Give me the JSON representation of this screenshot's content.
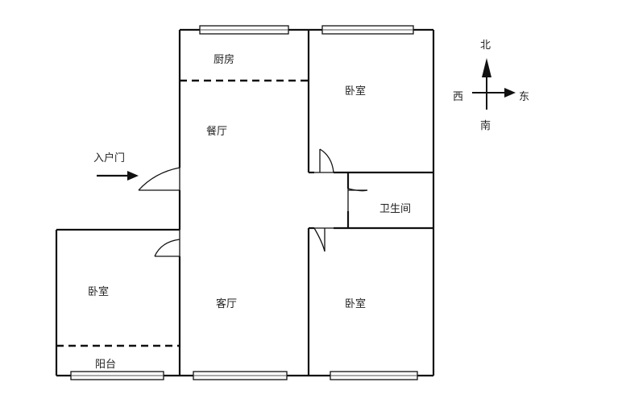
{
  "rooms": {
    "kitchen": "厨房",
    "dining": "餐厅",
    "living": "客厅",
    "bedroom_north": "卧室",
    "bedroom_south": "卧室",
    "bedroom_west": "卧室",
    "bathroom": "卫生间",
    "balcony": "阳台"
  },
  "entrance": {
    "label": "入户门"
  },
  "compass": {
    "north": "北",
    "south": "南",
    "east": "东",
    "west": "西"
  }
}
